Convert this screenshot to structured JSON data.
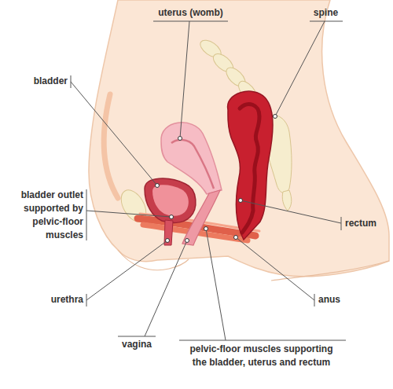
{
  "diagram": {
    "labels": [
      "uterus (womb)",
      "spine",
      "bladder",
      "bladder outlet supported by pelvic-floor muscles",
      "rectum",
      "urethra",
      "anus",
      "vagina",
      "pelvic-floor muscles supporting the bladder, uterus and rectum"
    ]
  }
}
